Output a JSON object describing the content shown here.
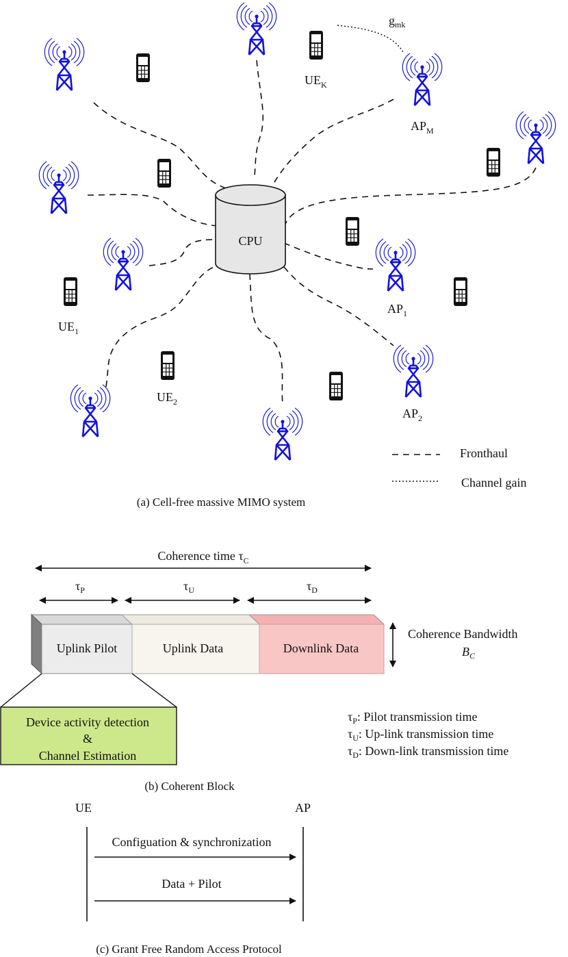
{
  "panel_a": {
    "caption": "(a) Cell-free massive MIMO system",
    "cpu_label": "CPU",
    "labels": {
      "ue_k": {
        "base": "UE",
        "sub": "K"
      },
      "ap_m": {
        "base": "AP",
        "sub": "M"
      },
      "ue_1": {
        "base": "UE",
        "sub": "1"
      },
      "ue_2": {
        "base": "UE",
        "sub": "2"
      },
      "ap_1": {
        "base": "AP",
        "sub": "1"
      },
      "ap_2": {
        "base": "AP",
        "sub": "2"
      },
      "gain": {
        "base": "g",
        "sub": "mk"
      }
    },
    "legend": {
      "fronthaul": "Fronthaul",
      "channel_gain": "Channel gain"
    },
    "colors": {
      "ap": "#1212e0",
      "ue": "#111111"
    }
  },
  "panel_b": {
    "caption": "(b) Coherent Block",
    "coherence_time": {
      "base": "Coherence time τ",
      "sub": "C"
    },
    "tau_p": {
      "base": "τ",
      "sub": "P"
    },
    "tau_u": {
      "base": "τ",
      "sub": "U"
    },
    "tau_d": {
      "base": "τ",
      "sub": "D"
    },
    "blocks": {
      "uplink_pilot": "Uplink Pilot",
      "uplink_data": "Uplink Data",
      "downlink_data": "Downlink Data"
    },
    "bandwidth": {
      "line1": "Coherence Bandwidth",
      "symbol": "B",
      "sub": "C"
    },
    "detection_box": {
      "line1": "Device activity detection",
      "line2": "&",
      "line3": "Channel Estimation"
    },
    "definitions": [
      {
        "sym": "τ",
        "sub": "P",
        "text": ": Pilot transmission time"
      },
      {
        "sym": "τ",
        "sub": "U",
        "text": ": Up-link transmission time"
      },
      {
        "sym": "τ",
        "sub": "D",
        "text": ": Down-link transmission time"
      }
    ],
    "colors": {
      "pilot": "#ececec",
      "uplink": "#f8f5ee",
      "downlink": "#f9c6c6",
      "detection": "#cde88a"
    }
  },
  "panel_c": {
    "caption": "(c) Grant Free Random Access Protocol",
    "ue": "UE",
    "ap": "AP",
    "msg1": "Configuation & synchronization",
    "msg2": "Data + Pilot"
  }
}
